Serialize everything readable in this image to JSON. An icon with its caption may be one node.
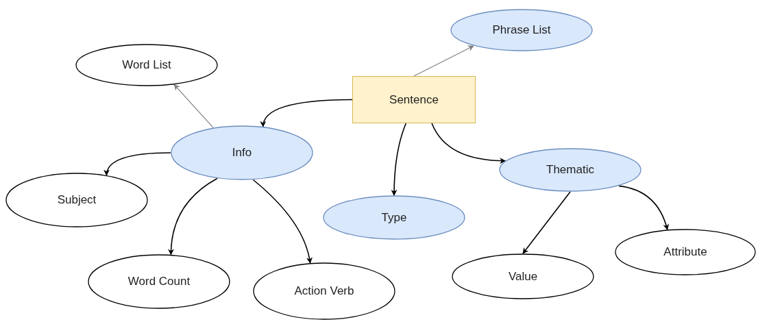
{
  "diagram": {
    "nodes": [
      {
        "text": [
          "Sentence"
        ]
      },
      {
        "text": [
          "Phrase List"
        ]
      },
      {
        "text": [
          "Word List"
        ]
      },
      {
        "text": [
          "Info"
        ]
      },
      {
        "text": [
          "Subject"
        ]
      },
      {
        "text": [
          "Type"
        ]
      },
      {
        "text": [
          "Thematic"
        ]
      },
      {
        "text": [
          "Word Count"
        ]
      },
      {
        "text": [
          "Action Verb"
        ]
      },
      {
        "text": [
          "Value"
        ]
      },
      {
        "text": [
          "Attribute"
        ]
      }
    ],
    "edges": [
      {
        "from": 0,
        "to": 1,
        "arrow": "to",
        "color": "#808080"
      },
      {
        "from": 0,
        "to": 3,
        "arrow": "to"
      },
      {
        "from": 3,
        "to": 2,
        "arrow": "to",
        "color": "#808080"
      },
      {
        "from": 3,
        "to": 4,
        "arrow": "to"
      },
      {
        "from": 3,
        "to": 7,
        "arrow": "to"
      },
      {
        "from": 3,
        "to": 8,
        "arrow": "to"
      },
      {
        "from": 0,
        "to": 5,
        "arrow": "to"
      },
      {
        "from": 0,
        "to": 6,
        "arrow": "to"
      },
      {
        "from": 6,
        "to": 9,
        "arrow": "to"
      },
      {
        "from": 6,
        "to": 10,
        "arrow": "to"
      }
    ]
  }
}
